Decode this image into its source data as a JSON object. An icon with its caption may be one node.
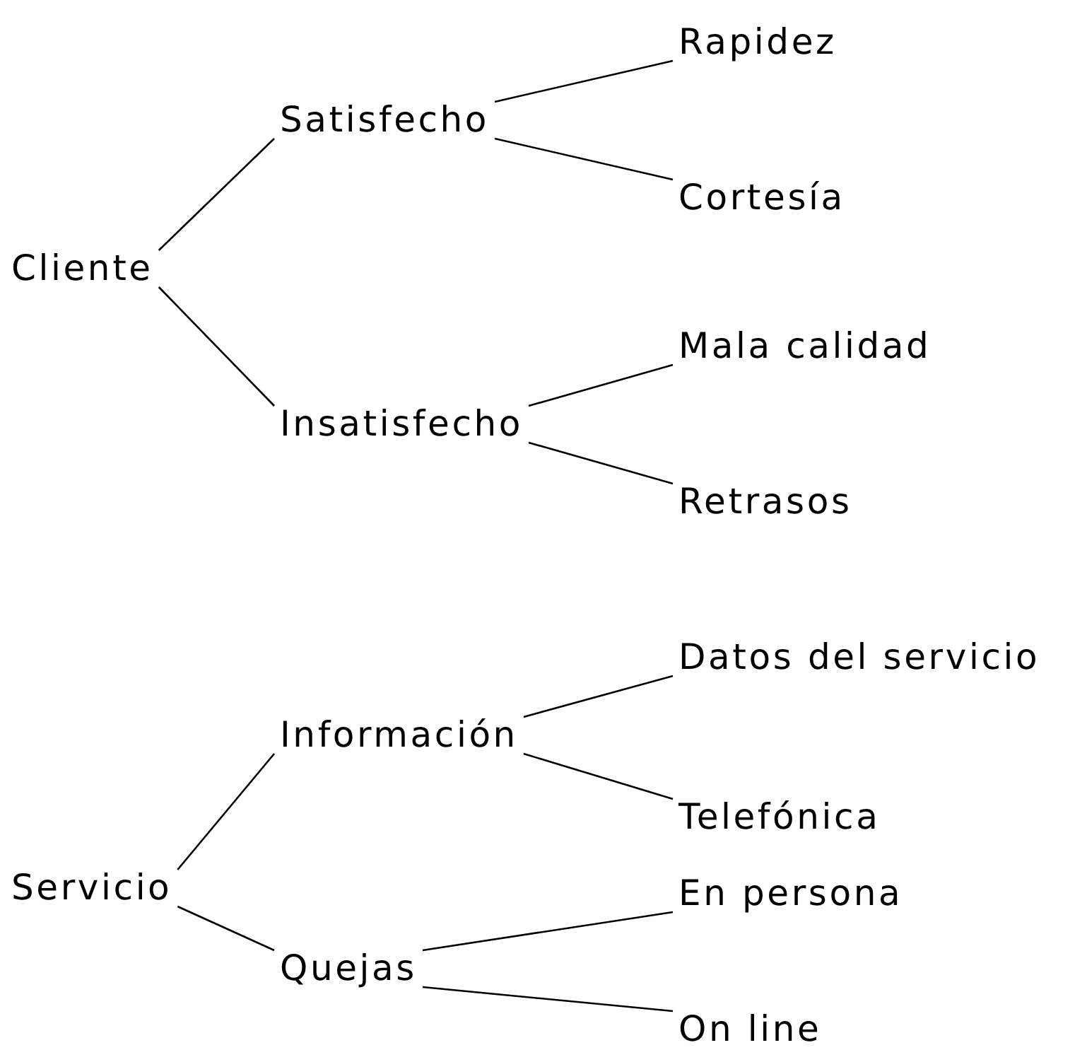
{
  "diagram": {
    "nodes": [
      {
        "text": [
          "Cliente"
        ]
      },
      {
        "text": [
          "Satisfecho"
        ]
      },
      {
        "text": [
          "Insatisfecho"
        ]
      },
      {
        "text": [
          "Rapidez"
        ]
      },
      {
        "text": [
          "Cortesía"
        ]
      },
      {
        "text": [
          "Mala calidad"
        ]
      },
      {
        "text": [
          "Retrasos"
        ]
      },
      {
        "text": [
          "Servicio"
        ]
      },
      {
        "text": [
          "Información"
        ]
      },
      {
        "text": [
          "Quejas"
        ]
      },
      {
        "text": [
          "Datos del servicio"
        ]
      },
      {
        "text": [
          "Telefónica"
        ]
      },
      {
        "text": [
          "En persona"
        ]
      },
      {
        "text": [
          "On line"
        ]
      }
    ],
    "edges": [
      {
        "from": 0,
        "to": 1,
        "arrow": "none"
      },
      {
        "from": 0,
        "to": 2,
        "arrow": "none"
      },
      {
        "from": 1,
        "to": 3,
        "arrow": "none"
      },
      {
        "from": 1,
        "to": 4,
        "arrow": "none"
      },
      {
        "from": 2,
        "to": 5,
        "arrow": "none"
      },
      {
        "from": 2,
        "to": 6,
        "arrow": "none"
      },
      {
        "from": 7,
        "to": 8,
        "arrow": "none"
      },
      {
        "from": 7,
        "to": 9,
        "arrow": "none"
      },
      {
        "from": 8,
        "to": 10,
        "arrow": "none"
      },
      {
        "from": 8,
        "to": 11,
        "arrow": "none"
      },
      {
        "from": 9,
        "to": 12,
        "arrow": "none"
      },
      {
        "from": 9,
        "to": 13,
        "arrow": "none"
      }
    ]
  }
}
